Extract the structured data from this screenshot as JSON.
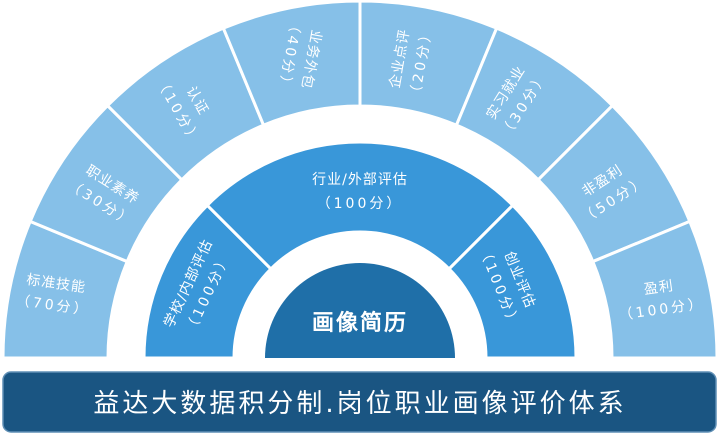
{
  "colors": {
    "outer": "#86C0E8",
    "middle": "#3997D9",
    "core": "#1F6FA8",
    "banner": "#1A5582"
  },
  "outer": [
    {
      "label": "标准技能",
      "score": "（70分）"
    },
    {
      "label": "职业素养",
      "score": "（30分）"
    },
    {
      "label": "认证",
      "score": "（10分）"
    },
    {
      "label": "业务外包",
      "score": "（40分）"
    },
    {
      "label": "企业点评",
      "score": "（20分）"
    },
    {
      "label": "实习就业",
      "score": "（30分）"
    },
    {
      "label": "非盈利",
      "score": "（50分）"
    },
    {
      "label": "盈利",
      "score": "（100分）"
    }
  ],
  "middle": [
    {
      "label": "学校/内部评估",
      "score": "（100分）"
    },
    {
      "label": "行业/外部评估",
      "score": "（100分）"
    },
    {
      "label": "创业评估",
      "score": "（100分）"
    }
  ],
  "core": {
    "label": "画像简历"
  },
  "banner": {
    "title": "益达大数据积分制.岗位职业画像评价体系"
  }
}
